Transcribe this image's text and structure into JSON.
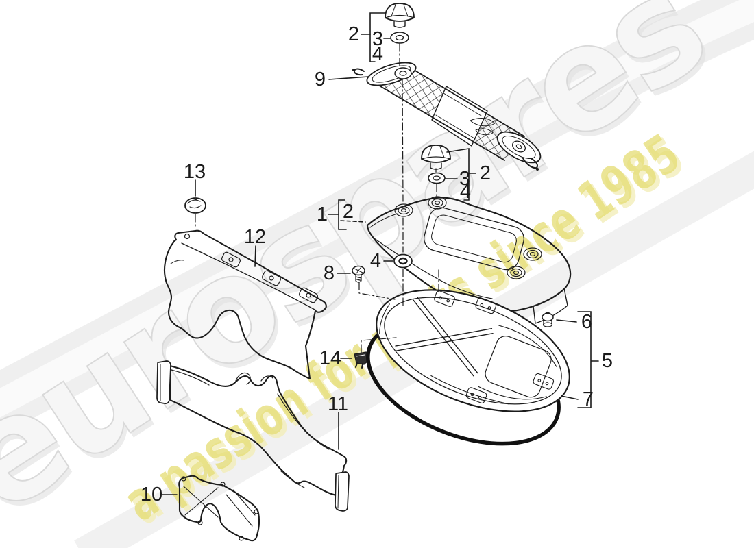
{
  "watermark": {
    "brand": "eurospares",
    "tagline": "a passion for parts since 1985"
  },
  "colors": {
    "line": "#1c1c1c",
    "brand_fill": "#f6f6f6",
    "brand_shadow": "#e2e2e2",
    "brand_edge": "#d9d9d9",
    "tagline_fill": "#e5dd74",
    "tagline_shadow": "#f3eeba",
    "swoosh": "#ececec",
    "seal": "#111111"
  },
  "callouts": {
    "cover_1": "1",
    "cover_2": "2",
    "top_fastener_2": "2",
    "top_washer_3": "3",
    "top_spacer_4": "4",
    "mid_fastener_2": "2",
    "mid_washer_3": "3",
    "mid_spacer_4": "4",
    "washer_4": "4",
    "lid_5": "5",
    "clip_nut_6": "6",
    "seal_7": "7",
    "screw_8": "8",
    "net_9": "9",
    "bracket_10": "10",
    "side_panel_11": "11",
    "front_panel_12": "12",
    "plug_13": "13",
    "clip_14": "14"
  }
}
